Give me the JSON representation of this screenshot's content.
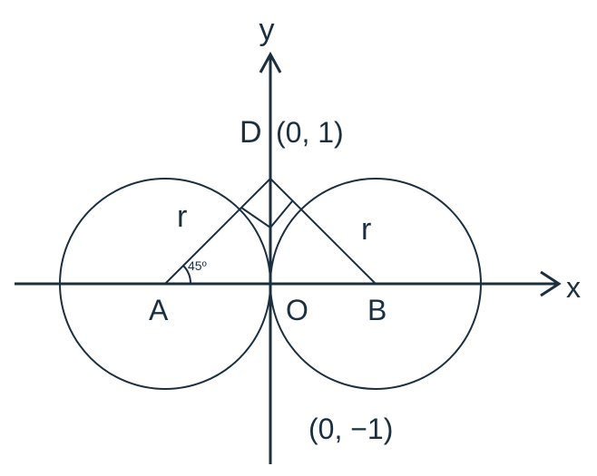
{
  "diagram": {
    "axes": {
      "x_label": "x",
      "y_label": "y"
    },
    "points": {
      "A": "A",
      "B": "B",
      "O": "O",
      "D": "D"
    },
    "coordinates": {
      "top": "(0, 1)",
      "bottom": "(0, −1)"
    },
    "radius_label_left": "r",
    "radius_label_right": "r",
    "angle_label": "45º",
    "colors": {
      "ink": "#1b2f3f",
      "background": "#ffffff"
    }
  }
}
